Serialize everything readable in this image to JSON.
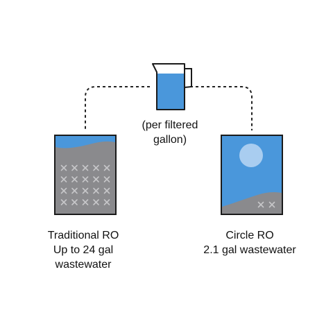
{
  "colors": {
    "water": "#4a97db",
    "waste": "#8a8a8d",
    "outline": "#1a1a1a",
    "mark": "#c7c7c9",
    "bubble": "#a9cdf0",
    "connector": "#222222"
  },
  "icons": {
    "pitcher": "pitcher-icon",
    "left_tank": "wastewater-tank-icon",
    "right_tank": "wastewater-tank-icon"
  },
  "pitcher_caption": [
    "(per filtered",
    "gallon)"
  ],
  "left": {
    "lines": [
      "Traditional RO",
      "Up to 24 gal",
      "wastewater"
    ],
    "x_mark_count": 20
  },
  "right": {
    "lines": [
      "Circle RO",
      "2.1 gal wastewater"
    ],
    "x_mark_count": 2
  }
}
